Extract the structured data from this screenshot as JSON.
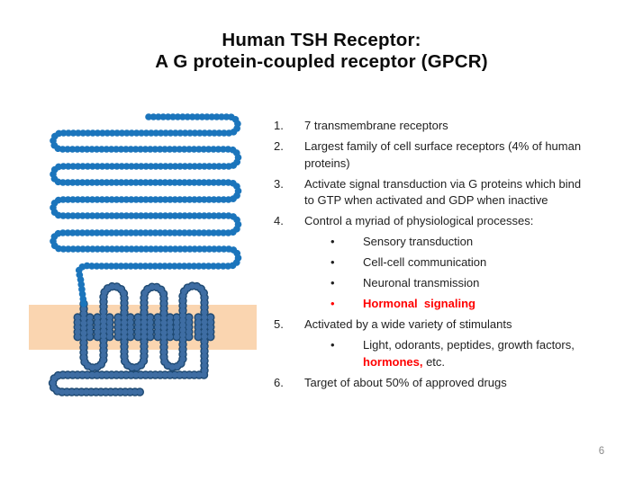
{
  "slide": {
    "title_line1": "Human TSH Receptor:",
    "title_line2": "A G protein-coupled receptor (GPCR)",
    "page_number": "6"
  },
  "list": {
    "bullet_char": "•",
    "items": [
      {
        "num": "1.",
        "lines": [
          [
            {
              "t": "7 transmembrane receptors"
            }
          ]
        ]
      },
      {
        "num": "2.",
        "lines": [
          [
            {
              "t": "Largest family of cell surface receptors (4% of human"
            }
          ],
          [
            {
              "t": "proteins)"
            }
          ]
        ]
      },
      {
        "num": "3.",
        "lines": [
          [
            {
              "t": "Activate signal transduction via G proteins which bind"
            }
          ],
          [
            {
              "t": "to GTP when activated and GDP when inactive"
            }
          ]
        ]
      },
      {
        "num": "4.",
        "lines": [
          [
            {
              "t": "Control a myriad of physiological processes:"
            }
          ]
        ],
        "subs": [
          {
            "lines": [
              [
                {
                  "t": "Sensory transduction"
                }
              ]
            ]
          },
          {
            "lines": [
              [
                {
                  "t": "Cell-cell communication"
                }
              ]
            ]
          },
          {
            "lines": [
              [
                {
                  "t": "Neuronal transmission"
                }
              ]
            ]
          },
          {
            "lines": [
              [
                {
                  "t": "Hormonal  signaling",
                  "red": true,
                  "bold": true
                }
              ]
            ],
            "red_bullet": true
          }
        ]
      },
      {
        "num": "5.",
        "lines": [
          [
            {
              "t": "Activated by a wide variety of stimulants"
            }
          ]
        ],
        "subs": [
          {
            "lines": [
              [
                {
                  "t": "Light, odorants, peptides, growth factors,"
                }
              ],
              [
                {
                  "t": "hormones,",
                  "red": true,
                  "bold": true
                },
                {
                  "t": " etc."
                }
              ]
            ]
          }
        ]
      },
      {
        "num": "6.",
        "lines": [
          [
            {
              "t": "Target of about 50% of approved drugs"
            }
          ]
        ]
      }
    ]
  },
  "diagram": {
    "label": "TSH receptor: extracellular bead-chain domain, 7 transmembrane helices crossing the cell membrane, intracellular tail"
  },
  "colors": {
    "ecd_blue": "#1B75BC",
    "tm_fill": "#3E6DA3",
    "tm_outline": "#1F4A73",
    "membrane": "#FAD5B0",
    "title": "#0B0B0B",
    "body_text": "#1F1F1F",
    "highlight_red": "#FF0000",
    "page_number_gray": "#8A8A8A"
  }
}
